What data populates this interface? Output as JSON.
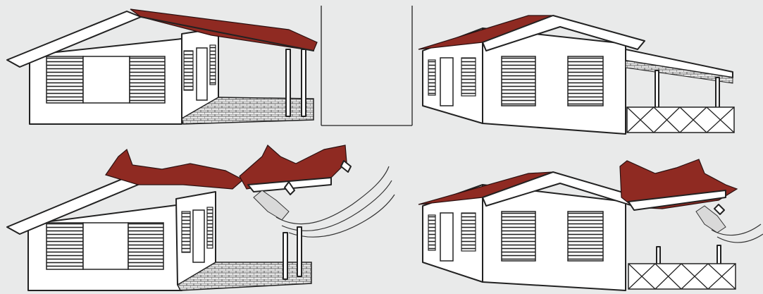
{
  "colors": {
    "background": "#e9eaea",
    "roof": "#8f2a22",
    "line": "#222222",
    "wall": "#ffffff"
  },
  "panels": [
    {
      "id": "house-1-intact",
      "view": "front",
      "porch_roof": "intact"
    },
    {
      "id": "house-2-intact",
      "view": "angled",
      "porch_roof": "intact"
    },
    {
      "id": "house-1-damaged",
      "view": "front",
      "porch_roof": "torn-off-by-wind"
    },
    {
      "id": "house-2-damaged",
      "view": "angled",
      "porch_roof": "torn-off-by-wind"
    }
  ]
}
